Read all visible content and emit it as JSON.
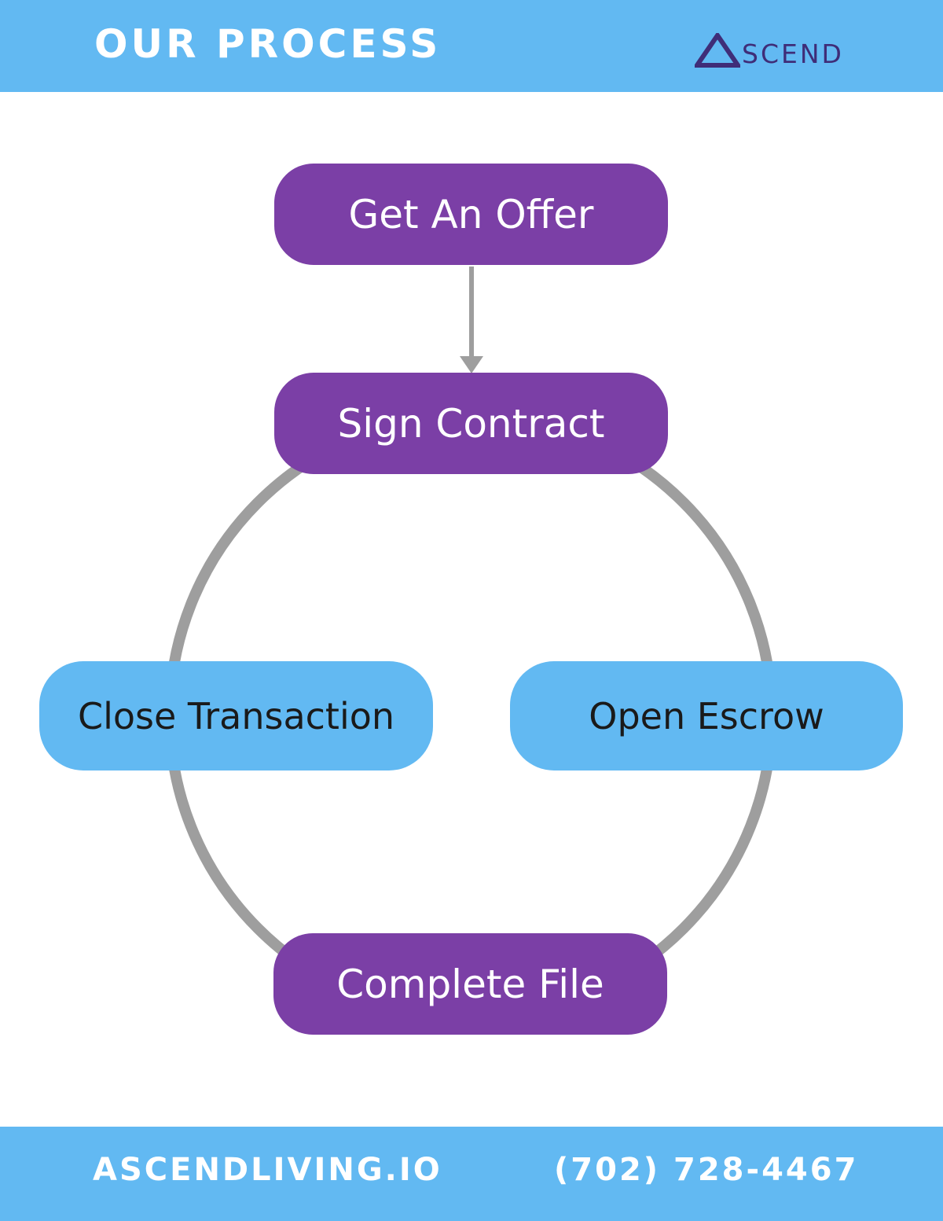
{
  "header": {
    "title": "OUR PROCESS",
    "logo_text": "SCEND",
    "logo_icon": "triangle-a-logo-icon"
  },
  "diagram": {
    "nodes": [
      {
        "id": "get-an-offer",
        "label": "Get An Offer"
      },
      {
        "id": "sign-contract",
        "label": "Sign Contract"
      },
      {
        "id": "open-escrow",
        "label": "Open Escrow"
      },
      {
        "id": "complete-file",
        "label": "Complete File"
      },
      {
        "id": "close-transaction",
        "label": "Close Transaction"
      }
    ],
    "edges": [
      {
        "from": "get-an-offer",
        "to": "sign-contract",
        "style": "arrow"
      },
      {
        "from": "sign-contract",
        "to": "open-escrow",
        "style": "cycle"
      },
      {
        "from": "open-escrow",
        "to": "complete-file",
        "style": "cycle"
      },
      {
        "from": "complete-file",
        "to": "close-transaction",
        "style": "cycle"
      },
      {
        "from": "close-transaction",
        "to": "sign-contract",
        "style": "cycle"
      }
    ]
  },
  "footer": {
    "website": "ASCENDLIVING.IO",
    "phone": "(702) 728-4467"
  },
  "colors": {
    "banner": "#62b9f2",
    "node_purple": "#7b3fa6",
    "node_blue": "#62b9f2",
    "connector": "#9e9e9e",
    "logo": "#3f2d78"
  }
}
